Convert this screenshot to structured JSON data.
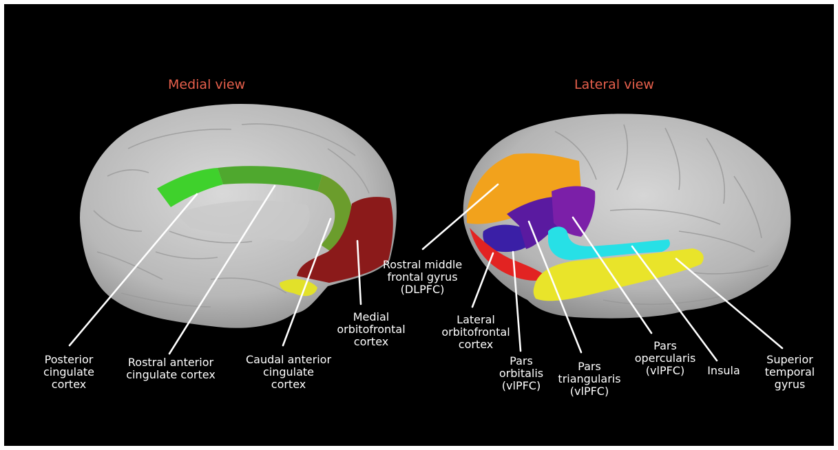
{
  "views": {
    "medial_title": "Medial view",
    "lateral_title": "Lateral view"
  },
  "colors": {
    "background": "#000000",
    "brain_surface": "#bdbdbd",
    "title": "#e8604c",
    "posterior_cingulate": "#3fd12c",
    "rostral_anterior_cingulate": "#4fa82e",
    "caudal_anterior_cingulate": "#6b9d2c",
    "medial_orbitofrontal": "#8b1a1a",
    "temporal_yellow": "#e2e12a",
    "rostral_middle_frontal": "#f2a21c",
    "lateral_orbitofrontal": "#e22322",
    "pars_orbitalis": "#3a1fa6",
    "pars_triangularis": "#5a1aa0",
    "pars_opercularis": "#7b1fa8",
    "insula": "#27e0e6",
    "superior_temporal": "#e9e42a"
  },
  "labels": {
    "posterior_cingulate": [
      "Posterior",
      "cingulate",
      "cortex"
    ],
    "rostral_anterior_cingulate": [
      "Rostral anterior",
      "cingulate cortex"
    ],
    "caudal_anterior_cingulate": [
      "Caudal anterior",
      "cingulate",
      "cortex"
    ],
    "medial_orbitofrontal": [
      "Medial",
      "orbitofrontal",
      "cortex"
    ],
    "rostral_middle_frontal": [
      "Rostral middle",
      "frontal gyrus",
      "(DLPFC)"
    ],
    "lateral_orbitofrontal": [
      "Lateral",
      "orbitofrontal",
      "cortex"
    ],
    "pars_orbitalis": [
      "Pars",
      "orbitalis",
      "(vlPFC)"
    ],
    "pars_triangularis": [
      "Pars",
      "triangularis",
      "(vlPFC)"
    ],
    "pars_opercularis": [
      "Pars",
      "opercularis",
      "(vlPFC)"
    ],
    "insula": [
      "Insula"
    ],
    "superior_temporal": [
      "Superior",
      "temporal",
      "gyrus"
    ]
  }
}
